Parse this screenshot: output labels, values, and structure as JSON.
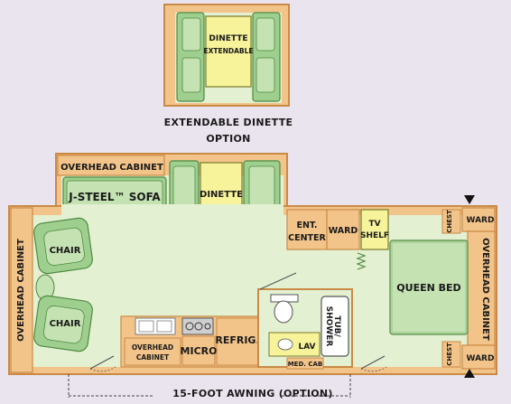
{
  "option": {
    "dinette_label": "DINETTE",
    "dinette_sub": "EXTENDABLE",
    "caption_line1": "EXTENDABLE DINETTE",
    "caption_line2": "OPTION"
  },
  "slideout": {
    "overhead_cabinet": "OVERHEAD CABINET",
    "sofa": "J-STEEL™ SOFA",
    "dinette": "DINETTE"
  },
  "front": {
    "overhead_cabinet": "OVERHEAD CABINET",
    "chair_top": "CHAIR",
    "chair_bottom": "CHAIR"
  },
  "galley": {
    "overhead_cabinet_1": "OVERHEAD",
    "overhead_cabinet_2": "CABINET",
    "micro": "MICRO",
    "refrig": "REFRIG."
  },
  "middle": {
    "ent_center_1": "ENT.",
    "ent_center_2": "CENTER",
    "ward": "WARD",
    "tv_shelf_1": "TV",
    "tv_shelf_2": "SHELF"
  },
  "bath": {
    "tub_shower_1": "TUB/",
    "tub_shower_2": "SHOWER",
    "lav": "LAV",
    "med_cab": "MED. CAB"
  },
  "bedroom": {
    "queen_bed": "QUEEN BED",
    "overhead_cabinet": "OVERHEAD CABINET",
    "chest_top": "CHEST",
    "chest_bottom": "CHEST",
    "ward_top": "WARD",
    "ward_bottom": "WARD"
  },
  "awning": {
    "label": "15-FOOT AWNING (OPTION)"
  },
  "colors": {
    "background": "#eae4ee",
    "wall": "#c98a45",
    "cabinet": "#f3c48a",
    "floor": "#e3f0d2",
    "seat": "#9fcf8e",
    "cushion": "#c4e2b2",
    "dinette_table": "#f6f39a",
    "bed": "#bfe2a8",
    "fixture": "#ffffff"
  },
  "icons": {
    "slide_marker_top": "triangle-down-icon",
    "slide_marker_bottom": "triangle-up-icon"
  }
}
